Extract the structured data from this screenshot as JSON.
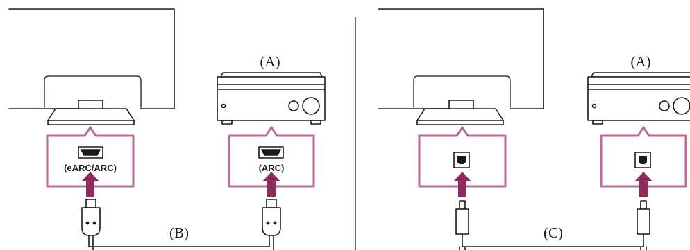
{
  "left": {
    "amplifier_label": "(A)",
    "cable_label": "(B)",
    "tv_port_label": "(eARC/ARC)",
    "amp_port_label": "(ARC)"
  },
  "right": {
    "amplifier_label": "(A)",
    "cable_label": "(C)"
  },
  "colors": {
    "highlight": "#b86a9b",
    "arrow": "#8f2a5f",
    "line": "#1a1a1a"
  },
  "icons": {
    "hdmi_port": "hdmi-port-icon",
    "optical_port": "optical-port-icon",
    "hdmi_plug": "hdmi-plug-icon",
    "optical_plug": "optical-plug-icon"
  }
}
